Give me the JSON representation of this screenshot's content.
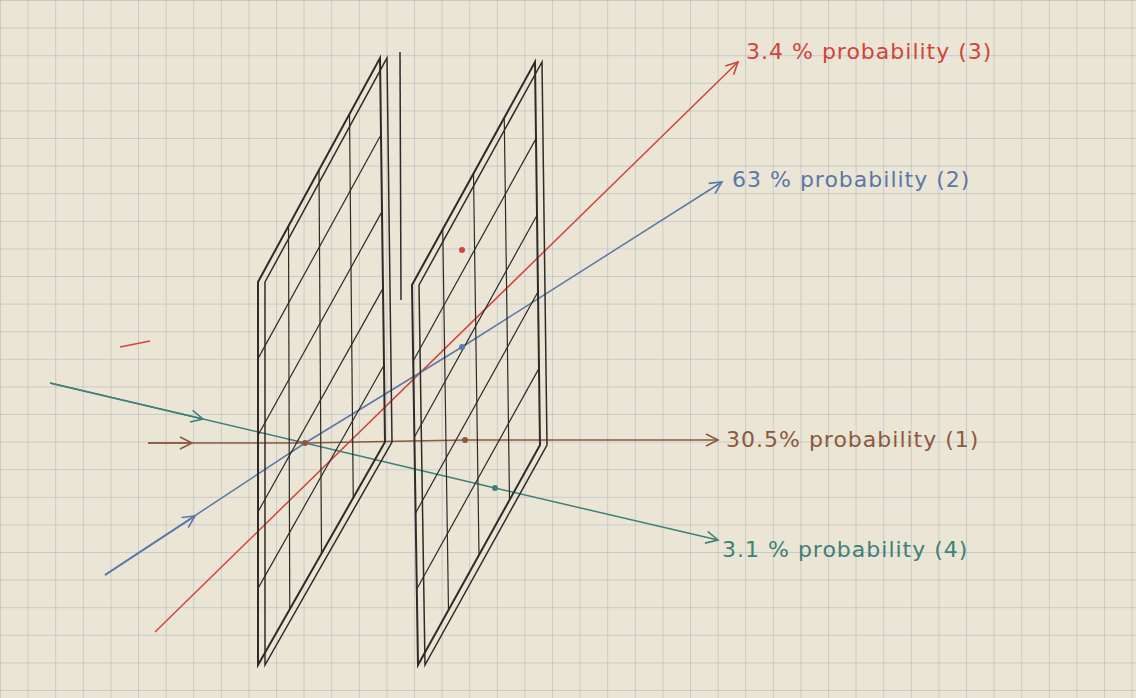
{
  "diagram": {
    "labels": [
      "3.4 % probability (3)",
      "63 % probability (2)",
      "30.5% probability (1)",
      "3.1 % probability (4)"
    ]
  }
}
